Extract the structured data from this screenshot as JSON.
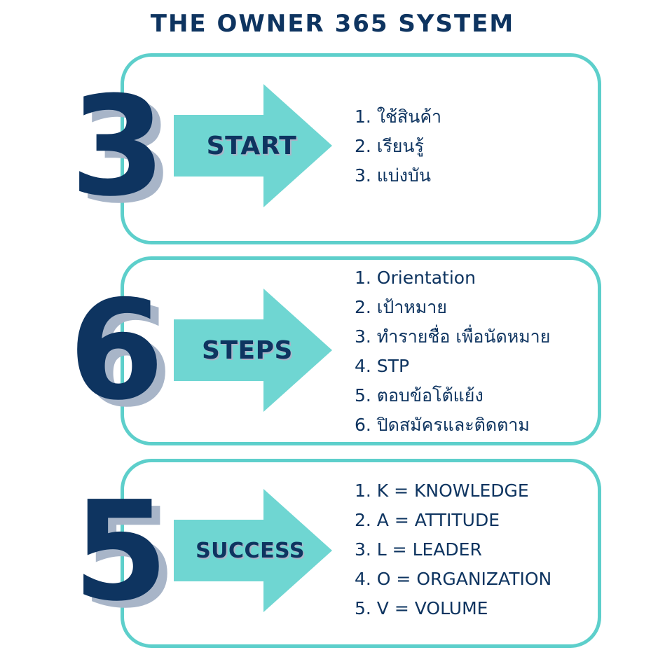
{
  "title": "THE OWNER 365 SYSTEM",
  "colors": {
    "navy": "#0e3460",
    "teal": "#5dcfcb",
    "arrow_fill": "#6fd6d2",
    "shadow": "#a8b5c8",
    "background": "#ffffff"
  },
  "sections": [
    {
      "number": "3",
      "label": "START",
      "items": [
        "1. ใช้สินค้า",
        "2. เรียนรู้",
        "3. แบ่งบัน"
      ]
    },
    {
      "number": "6",
      "label": "STEPS",
      "items": [
        "1. Orientation",
        "2. เป้าหมาย",
        "3. ทำรายชื่อ เพื่อนัดหมาย",
        "4. STP",
        "5. ตอบข้อโต้แย้ง",
        "6. ปิดสมัครและติดตาม"
      ]
    },
    {
      "number": "5",
      "label": "SUCCESS",
      "items": [
        "1. K = KNOWLEDGE",
        "2. A = ATTITUDE",
        "3. L = LEADER",
        "4. O = ORGANIZATION",
        "5. V = VOLUME"
      ]
    }
  ]
}
